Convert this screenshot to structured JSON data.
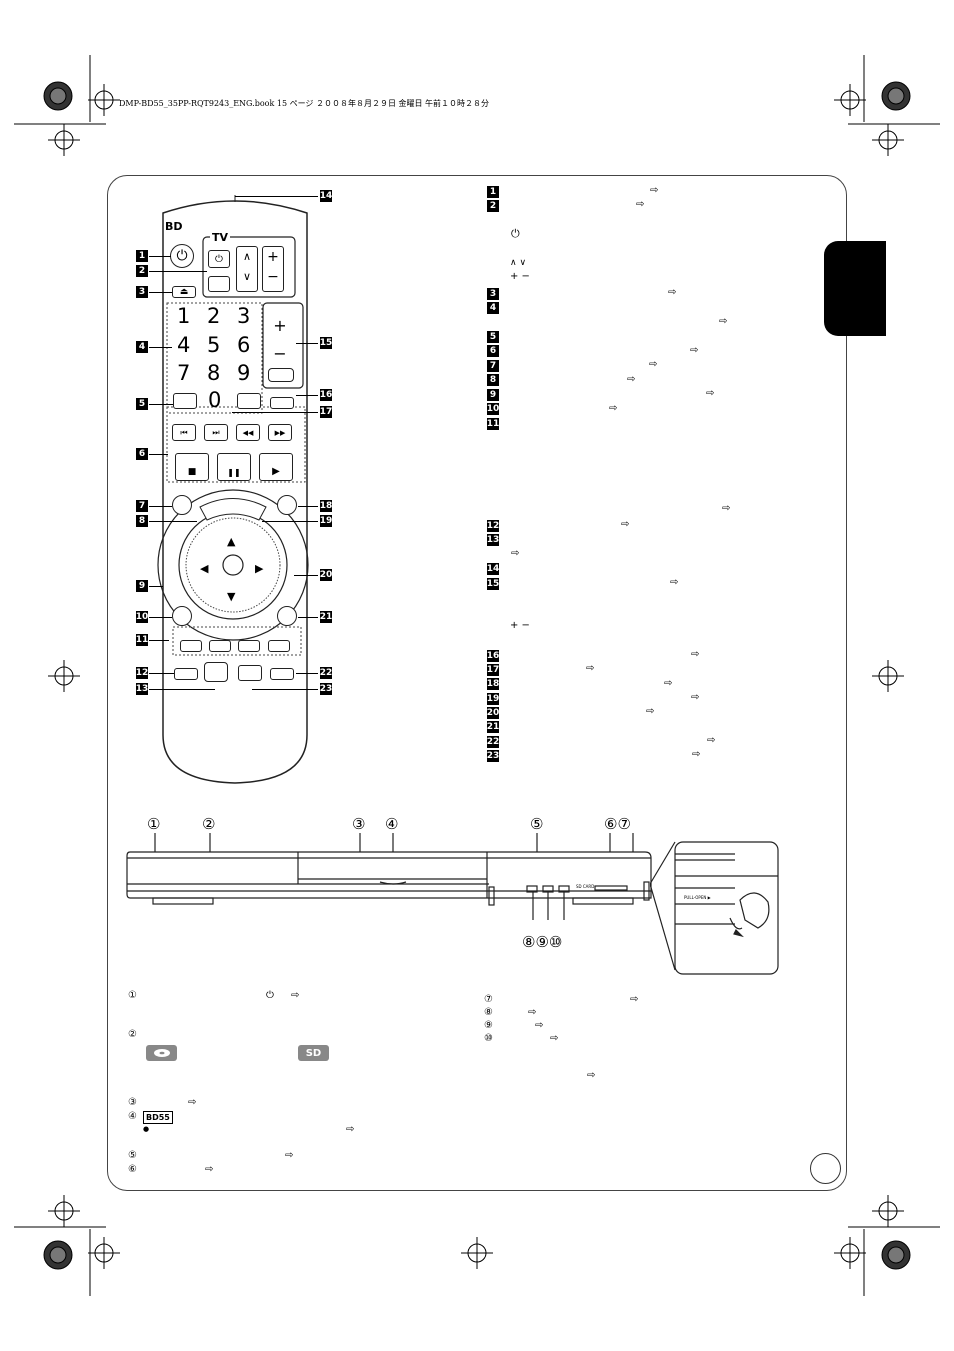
{
  "header": {
    "file_line": "DMP-BD55_35PP-RQT9243_ENG.book  15 ページ  ２００８年８月２９日  金曜日  午前１０時２８分"
  },
  "remote": {
    "bd_label": "BD",
    "tv_label": "TV",
    "digits": [
      "1",
      "2",
      "3",
      "4",
      "5",
      "6",
      "7",
      "8",
      "9",
      "0"
    ],
    "power_symbol": "⏻",
    "eject_symbol": "⏏",
    "up_symbol": "∧",
    "down_symbol": "∨",
    "plus_symbol": "+",
    "minus_symbol": "−",
    "skip_back": "⏮",
    "skip_fwd": "⏭",
    "rewind": "◀◀",
    "ffwd": "▶▶",
    "stop": "■",
    "pause": "❚❚",
    "play": "▶",
    "arrow_up": "▲",
    "arrow_down": "▼",
    "arrow_left": "◀",
    "arrow_right": "▶"
  },
  "callouts_left": [
    "1",
    "2",
    "3",
    "4",
    "5",
    "6",
    "7",
    "8",
    "9",
    "10",
    "11",
    "12",
    "13"
  ],
  "callouts_right": [
    "14",
    "15",
    "16",
    "17",
    "18",
    "19",
    "20",
    "21",
    "22",
    "23"
  ],
  "list_numbers": [
    "1",
    "2",
    "3",
    "4",
    "5",
    "6",
    "7",
    "8",
    "9",
    "10",
    "11",
    "12",
    "13",
    "14",
    "15",
    "16",
    "17",
    "18",
    "19",
    "20",
    "21",
    "22",
    "23"
  ],
  "list_symbols": {
    "power": "⏻",
    "up_down": "∧ ∨",
    "plus_minus_a": "+ −",
    "plus_minus_b": "+ −",
    "arrow": "⇨"
  },
  "front_panel": {
    "callouts_top": [
      "①",
      "②",
      "③",
      "④",
      "⑤",
      "⑥⑦"
    ],
    "callouts_bottom": [
      "⑧⑨⑩"
    ],
    "sd_card_label": "SD CARD",
    "pull_open_label": "PULL-OPEN ▶"
  },
  "front_list_left": {
    "i1": "①",
    "i1_power": "⏻",
    "i1_arrow": "⇨",
    "i2": "②",
    "sd_badge": "SD",
    "i3": "③",
    "i3_arrow": "⇨",
    "i4": "④",
    "bd55_badge": "BD55",
    "bullet": "●",
    "i4_arrow": "⇨",
    "i5": "⑤",
    "i5_arrow": "⇨",
    "i6": "⑥",
    "i6_arrow": "⇨"
  },
  "front_list_right": {
    "i7": "⑦",
    "i8": "⑧",
    "i9": "⑨",
    "i10": "⑩",
    "arrow": "⇨"
  }
}
